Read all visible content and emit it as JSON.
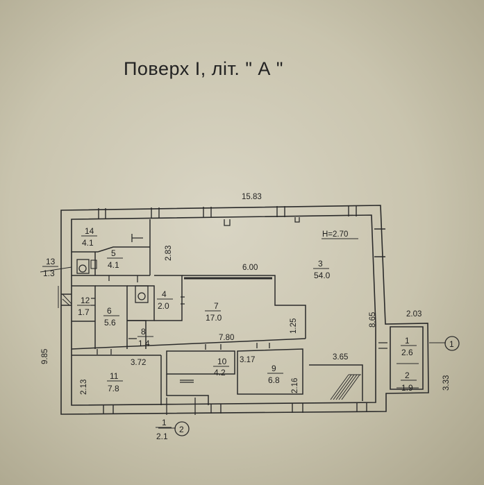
{
  "title": "Поверх І, літ. \" А \"",
  "dims": {
    "overall_width": "15.83",
    "overall_depth": "9.85",
    "d_2_83": "2.83",
    "d_6_00": "6.00",
    "d_7_80": "7.80",
    "d_1_25": "1.25",
    "d_3_72": "3.72",
    "d_3_17": "3.17",
    "d_2_16": "2.16",
    "d_2_13": "2.13",
    "d_8_65": "8.65",
    "d_3_65": "3.65",
    "d_2_03": "2.03",
    "d_3_33": "3.33"
  },
  "height_label": "H=2.70",
  "rooms": [
    {
      "id": "r14",
      "num": "14",
      "area": "4.1"
    },
    {
      "id": "r13",
      "num": "13",
      "area": "1.3"
    },
    {
      "id": "r5",
      "num": "5",
      "area": "4.1"
    },
    {
      "id": "r12",
      "num": "12",
      "area": "1.7"
    },
    {
      "id": "r6",
      "num": "6",
      "area": "5.6"
    },
    {
      "id": "r4",
      "num": "4",
      "area": "2.0"
    },
    {
      "id": "r8",
      "num": "8",
      "area": "1.4"
    },
    {
      "id": "r7",
      "num": "7",
      "area": "17.0"
    },
    {
      "id": "r3",
      "num": "3",
      "area": "54.0"
    },
    {
      "id": "r11",
      "num": "11",
      "area": "7.8"
    },
    {
      "id": "r10",
      "num": "10",
      "area": "4.2"
    },
    {
      "id": "r9",
      "num": "9",
      "area": "6.8"
    },
    {
      "id": "r1a",
      "num": "1",
      "area": "2.6"
    },
    {
      "id": "r2",
      "num": "2",
      "area": "1.9"
    },
    {
      "id": "r1b",
      "num": "1",
      "area": "2.1"
    }
  ],
  "entrances": [
    {
      "id": "entrance-1",
      "label": "1"
    },
    {
      "id": "entrance-2",
      "label": "2"
    }
  ]
}
